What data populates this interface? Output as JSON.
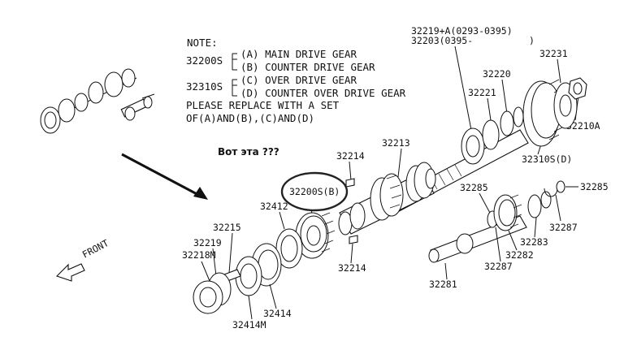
{
  "note": {
    "title": "NOTE:",
    "group_a": "32200S",
    "line_a": "(A) MAIN DRIVE GEAR",
    "line_b": "(B) COUNTER DRIVE GEAR",
    "group_b": "32310S",
    "line_c": "(C) OVER DRIVE GEAR",
    "line_d": "(D) COUNTER OVER DRIVE GEAR",
    "line_e": "PLEASE REPLACE WITH A SET",
    "line_f": "OF(A)AND(B),(C)AND(D)"
  },
  "annotation": {
    "question": "Вот эта ???",
    "circled": "32200S(B)"
  },
  "front_label": "FRONT",
  "parts": {
    "p32219A": "32219+A(0293-0395)",
    "p32203": "32203(0395-",
    "p32203_end": ")",
    "p32231": "32231",
    "p32220": "32220",
    "p32221": "32221",
    "p32210A": "32210A",
    "p32310SD": "32310S(D)",
    "p32213": "32213",
    "p32214a": "32214",
    "p32214b": "32214",
    "p32412": "32412",
    "p32215": "32215",
    "p32219": "32219",
    "p32218M": "32218M",
    "p32414": "32414",
    "p32414M": "32414M",
    "p32285a": "32285",
    "p32285b": "32285",
    "p32287a": "32287",
    "p32287b": "32287",
    "p32283": "32283",
    "p32282": "32282",
    "p32281": "32281"
  },
  "colors": {
    "ink": "#111111",
    "paper": "#ffffff"
  }
}
